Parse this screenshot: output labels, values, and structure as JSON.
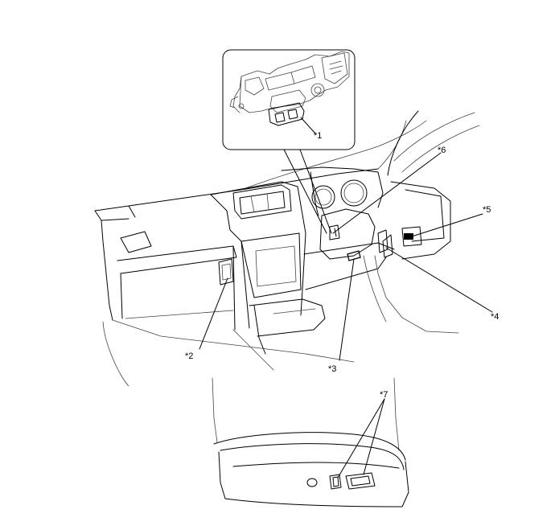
{
  "callouts": [
    {
      "id": "c1",
      "text": "*1"
    },
    {
      "id": "c2",
      "text": "*2"
    },
    {
      "id": "c3",
      "text": "*3"
    },
    {
      "id": "c4",
      "text": "*4"
    },
    {
      "id": "c5",
      "text": "*5"
    },
    {
      "id": "c6",
      "text": "*6"
    },
    {
      "id": "c7",
      "text": "*7"
    }
  ]
}
